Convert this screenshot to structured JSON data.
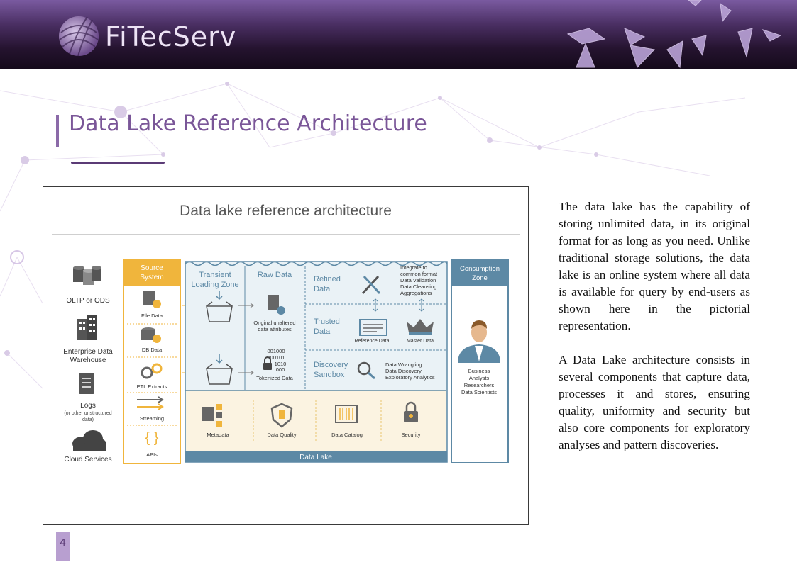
{
  "header": {
    "logo_text": "FiTecServ"
  },
  "page": {
    "title": "Data Lake Reference Architecture",
    "number": "4"
  },
  "figure": {
    "title": "Data lake reference architecture",
    "sources": [
      "OLTP or ODS",
      "Enterprise Data",
      "Warehouse",
      "Logs",
      "(or other unstructured",
      "data)",
      "Cloud Services"
    ],
    "source_system": {
      "header1": "Source",
      "header2": "System",
      "items": [
        "File Data",
        "DB Data",
        "ETL Extracts",
        "Streaming",
        "APIs"
      ]
    },
    "transient": {
      "line1": "Transient",
      "line2": "Loading Zone"
    },
    "raw": {
      "title": "Raw Data",
      "orig1": "Original unaltered",
      "orig2": "data attributes",
      "bin1": "001000",
      "bin2": "000101",
      "bin3": "1010",
      "bin4": "000",
      "tokenized": "Tokenized Data"
    },
    "refined": {
      "line1": "Refined",
      "line2": "Data",
      "notes": [
        "Integrate to",
        "common format",
        "Data Validation",
        "Data Cleansing",
        "Aggregations"
      ]
    },
    "trusted": {
      "line1": "Trusted",
      "line2": "Data",
      "ref": "Reference Data",
      "master": "Master Data"
    },
    "discovery": {
      "line1": "Discovery",
      "line2": "Sandbox",
      "notes": [
        "Data Wrangling",
        "Data Discovery",
        "Exploratory Analytics"
      ]
    },
    "bottom": [
      "Metadata",
      "Data Quality",
      "Data Catalog",
      "Security"
    ],
    "lake_label": "Data Lake",
    "consumption": {
      "line1": "Consumption",
      "line2": "Zone",
      "users": [
        "Business",
        "Analysts",
        "Researchers",
        "Data Scientists"
      ]
    }
  },
  "description": {
    "p1": "The data lake has the capability of storing unlimited data, in its original format for as long as you need. Unlike traditional storage solutions, the data lake is an online system where all data is available for query by end-users as shown here in the pictorial representation.",
    "p2": "A Data Lake architecture consists in several components that capture data, processes it and stores, ensuring quality, uniformity and security but also core components for exploratory analyses and pattern discoveries."
  },
  "colors": {
    "accent_purple": "#7a5698",
    "source_gold": "#f0b53c",
    "lake_blue": "#5d89a5"
  }
}
